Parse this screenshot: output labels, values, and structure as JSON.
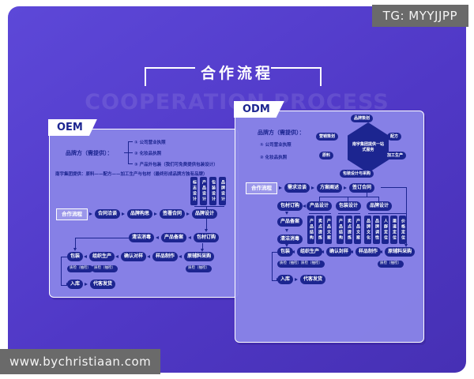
{
  "tg_badge": "TG: MYYJJPP",
  "site_badge": "www.bychristiaan.com",
  "title": "合作流程",
  "watermark": "COOPERATION PROCESS",
  "colors": {
    "accent_navy": "#1c2590",
    "panel_fill": "#8883e7",
    "background_purple": "#5038c6",
    "badge_gray": "#6a6a6a"
  },
  "oem": {
    "tab": "OEM",
    "provider_label": "品牌方（需提供）：",
    "provider_items": [
      "① 公司营业执照",
      "② 化妆品执照",
      "③ 产品外包装（我们可免费提供包装设计）"
    ],
    "supply_line": "南宇集团提供：原料——配方——加工生产与包材（最终形成品牌方独有品牌）",
    "design_subs": [
      "标志设计",
      "产品设计",
      "包装设计",
      "品牌设计"
    ],
    "start": "合作流程",
    "row1": [
      "合同洽谈",
      "品牌构思",
      "签署合同",
      "品牌设计"
    ],
    "row2": [
      "清洁消毒",
      "产品备案",
      "包材订购"
    ],
    "row3": [
      "包装",
      "组织生产",
      "确认对样",
      "样品制作",
      "原辅料采购"
    ],
    "qc_label": "质检（抽检）",
    "row4_start": "入库",
    "row4_end": "代客发货"
  },
  "odm": {
    "tab": "ODM",
    "provider_label": "品牌方（需提供）：",
    "provider_items": [
      "① 公司营业执照",
      "② 化妆品执照"
    ],
    "hex_center": "南宇集团提供一站式服务",
    "hex_items": [
      "品牌策划",
      "营销策划",
      "配方",
      "原料",
      "加工生产",
      "包装设计与采购"
    ],
    "start": "合作流程",
    "row1": [
      "需求洽谈",
      "方案阐述",
      "签订合同"
    ],
    "design_row": [
      "包材订购",
      "产品设计",
      "包装设计",
      "品牌设计"
    ],
    "subs_product": [
      "产品结构",
      "卖点提炼",
      "产品文案"
    ],
    "subs_package": [
      "产品结构",
      "卖点提炼",
      "产品文案"
    ],
    "subs_brand": [
      "品牌文化",
      "品牌调性",
      "人群定位",
      "渠道定位",
      "价格定位"
    ],
    "left_col": [
      "产品备案",
      "清洁消毒"
    ],
    "row3": [
      "包装",
      "组织生产",
      "确认封样",
      "样品制作",
      "原辅料采购"
    ],
    "qc_label": "质检（抽检）",
    "row4_start": "入库",
    "row4_end": "代客发货"
  }
}
